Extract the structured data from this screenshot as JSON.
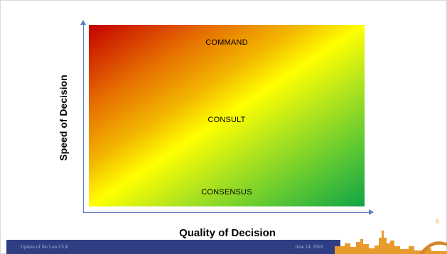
{
  "diagram": {
    "y_axis_label": "Speed of Decision",
    "x_axis_label": "Quality of Decision",
    "zones": {
      "top": "COMMAND",
      "middle": "CONSULT",
      "bottom": "CONSENSUS"
    },
    "gradient_colors": [
      "#c40000",
      "#f2b400",
      "#ffff00",
      "#5ec832",
      "#0fa447"
    ]
  },
  "footer": {
    "left_text": "Update of the Law CLE",
    "date": "June 14, 2018",
    "page_number": "8"
  },
  "colors": {
    "axis": "#5b7fc2",
    "footer_bar": "#2f3e82",
    "skyline": "#e89b2d"
  }
}
